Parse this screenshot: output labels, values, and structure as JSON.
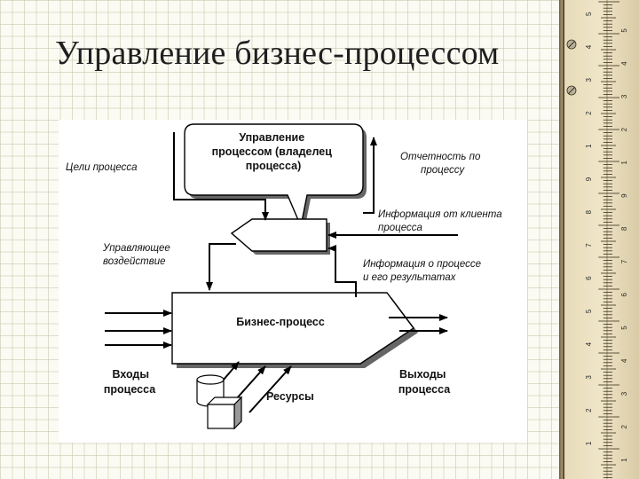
{
  "slide": {
    "title": "Управление бизнес-процессом"
  },
  "diagram": {
    "management_bubble": [
      "Управление",
      "процессом (владелец",
      "процесса)"
    ],
    "process_goals": "Цели процесса",
    "reporting": [
      "Отчетность по",
      "процессу"
    ],
    "client_info": [
      "Информация от клиента",
      "процесса"
    ],
    "control_action": [
      "Управляющее",
      "воздействие"
    ],
    "process_info": [
      "Информация о процессе",
      "и его результатах"
    ],
    "business_process": "Бизнес-процесс",
    "inputs": [
      "Входы",
      "процесса"
    ],
    "resources": "Ресурсы",
    "outputs": [
      "Выходы",
      "процесса"
    ]
  },
  "ruler": {
    "numbers": [
      "5",
      "4",
      "3",
      "2",
      "1",
      "9",
      "8",
      "7",
      "6",
      "5",
      "4",
      "3",
      "2",
      "1"
    ]
  }
}
